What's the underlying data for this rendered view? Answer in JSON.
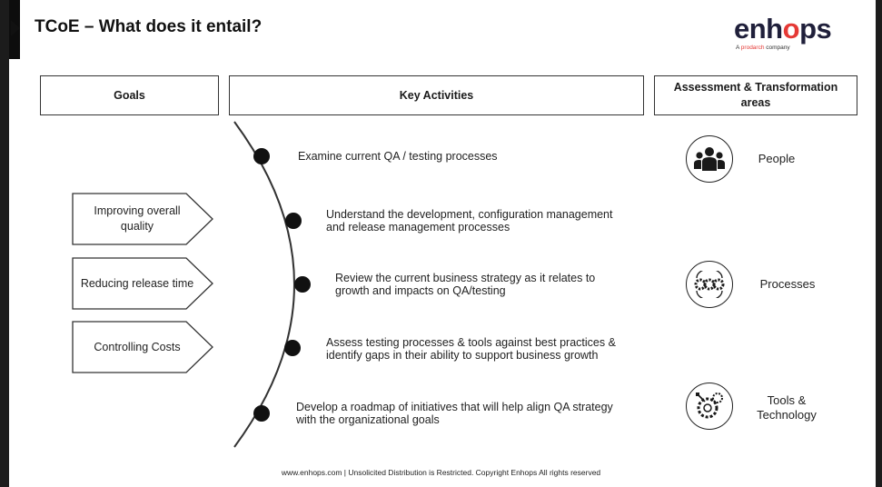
{
  "slide": {
    "title": "TCoE – What does it entail?",
    "logo": {
      "word_a": "enh",
      "word_o": "o",
      "word_b": "ps",
      "sub_a": "A ",
      "sub_accent": "prodarch",
      "sub_b": " company"
    },
    "footer": "www.enhops.com | Unsolicited Distribution is Restricted. Copyright Enhops All rights reserved"
  },
  "headers": {
    "goals": "Goals",
    "key_activities": "Key Activities",
    "areas": "Assessment & Transformation areas"
  },
  "goals": [
    "Improving overall quality",
    "Reducing release time",
    "Controlling Costs"
  ],
  "activities": [
    [
      "Examine current QA / testing processes"
    ],
    [
      "Understand the development, configuration management",
      "and release management processes"
    ],
    [
      "Review the current business strategy as it relates to",
      "growth and impacts on QA/testing"
    ],
    [
      "Assess testing processes & tools against best practices &",
      "identify gaps in their ability to support business growth"
    ],
    [
      "Develop a roadmap of initiatives that will help align QA strategy",
      "with the organizational goals"
    ]
  ],
  "areas": [
    {
      "label": "People",
      "icon": "people-icon"
    },
    {
      "label": "Processes",
      "icon": "gears-icon"
    },
    {
      "label_line1": "Tools &",
      "label_line2": "Technology",
      "icon": "tools-icon"
    }
  ],
  "colors": {
    "accent": "#e53935",
    "dark": "#1f1f3a",
    "text": "#222222"
  }
}
